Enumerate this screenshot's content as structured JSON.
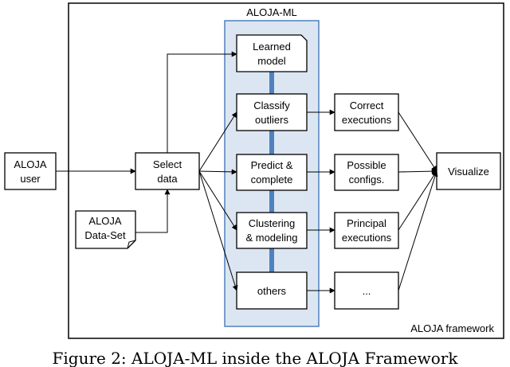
{
  "framework": {
    "label": "ALOJA framework"
  },
  "ml_panel": {
    "title": "ALOJA-ML"
  },
  "inputs": {
    "user": [
      "ALOJA",
      "user"
    ],
    "select": [
      "Select",
      "data"
    ],
    "dataset": [
      "ALOJA",
      "Data-Set"
    ]
  },
  "ml_modules": {
    "learned_model": [
      "Learned",
      "model"
    ],
    "classify": [
      "Classify",
      "outliers"
    ],
    "predict": [
      "Predict &",
      "complete"
    ],
    "clustering": [
      "Clustering",
      "& modeling"
    ],
    "others": [
      "others"
    ]
  },
  "outputs": {
    "correct": [
      "Correct",
      "executions"
    ],
    "possible": [
      "Possible",
      "configs."
    ],
    "principal": [
      "Principal",
      "executions"
    ],
    "more": [
      "..."
    ],
    "visualize": [
      "Visualize"
    ]
  },
  "caption": "Figure 2: ALOJA-ML inside the ALOJA Framework",
  "colors": {
    "panel_fill": "#dce6f2",
    "panel_stroke": "#4f81bd",
    "pipe": "#4f81bd",
    "stroke": "#000000"
  }
}
